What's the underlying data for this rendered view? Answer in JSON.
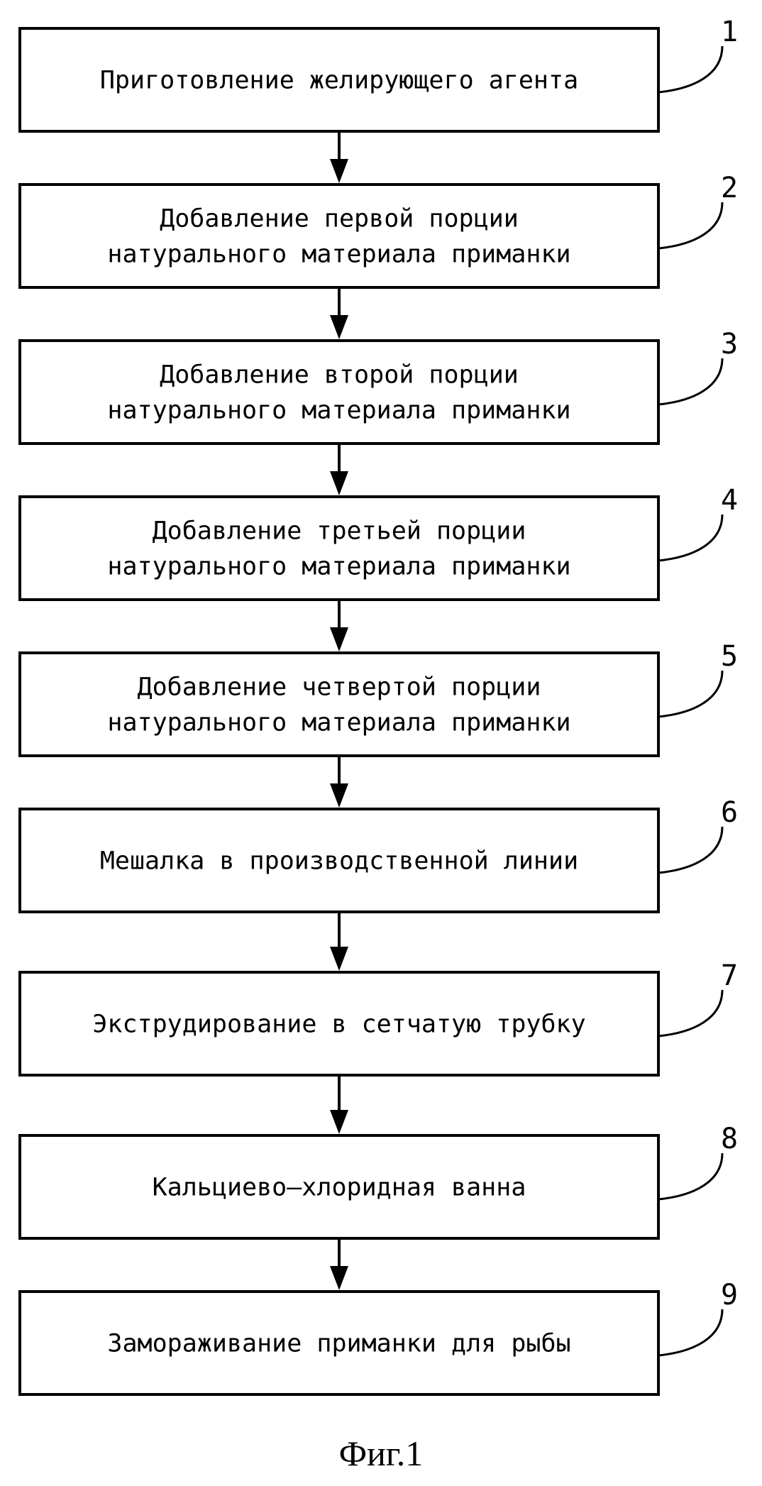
{
  "steps": [
    {
      "number": "1",
      "lines": [
        "Приготовление желирующего агента"
      ]
    },
    {
      "number": "2",
      "lines": [
        "Добавление первой порции",
        "натурального материала приманки"
      ]
    },
    {
      "number": "3",
      "lines": [
        "Добавление второй порции",
        "натурального материала приманки"
      ]
    },
    {
      "number": "4",
      "lines": [
        "Добавление третьей порции",
        "натурального материала приманки"
      ]
    },
    {
      "number": "5",
      "lines": [
        "Добавление четвертой порции",
        "натурального материала приманки"
      ]
    },
    {
      "number": "6",
      "lines": [
        "Мешалка в производственной линии"
      ]
    },
    {
      "number": "7",
      "lines": [
        "Экструдирование в сетчатую трубку"
      ]
    },
    {
      "number": "8",
      "lines": [
        "Кальциево–хлоридная ванна"
      ]
    },
    {
      "number": "9",
      "lines": [
        "Замораживание приманки для рыбы"
      ]
    }
  ],
  "caption": "Фиг.1"
}
